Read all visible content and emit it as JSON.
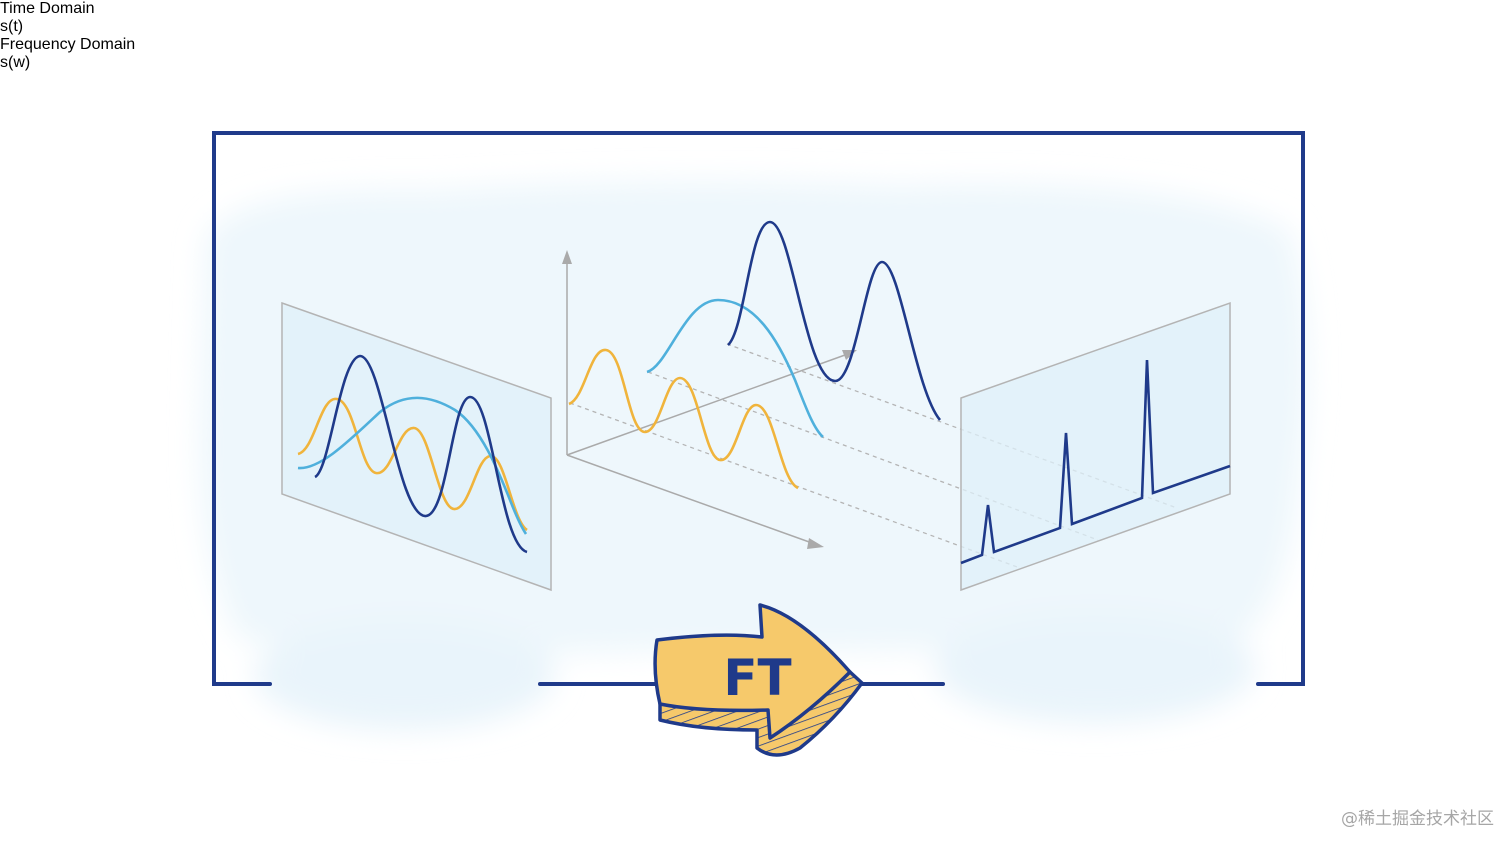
{
  "labels": {
    "time_domain_title": "Time Domain",
    "time_domain_formula": "s(t)",
    "frequency_domain_title": "Frequency Domain",
    "frequency_domain_formula": "s(w)",
    "transform": "FT"
  },
  "watermark": "@稀土掘金技术社区",
  "colors": {
    "frame": "#1f3a8a",
    "dark_wave": "#1f3a8a",
    "light_wave": "#4fb0dc",
    "yellow_wave": "#f0b43c",
    "arrow_fill": "#f6c96b",
    "panel_fill": "#dff0fa",
    "background_glow": "#eef7fc",
    "axis": "#aaaaaa"
  }
}
